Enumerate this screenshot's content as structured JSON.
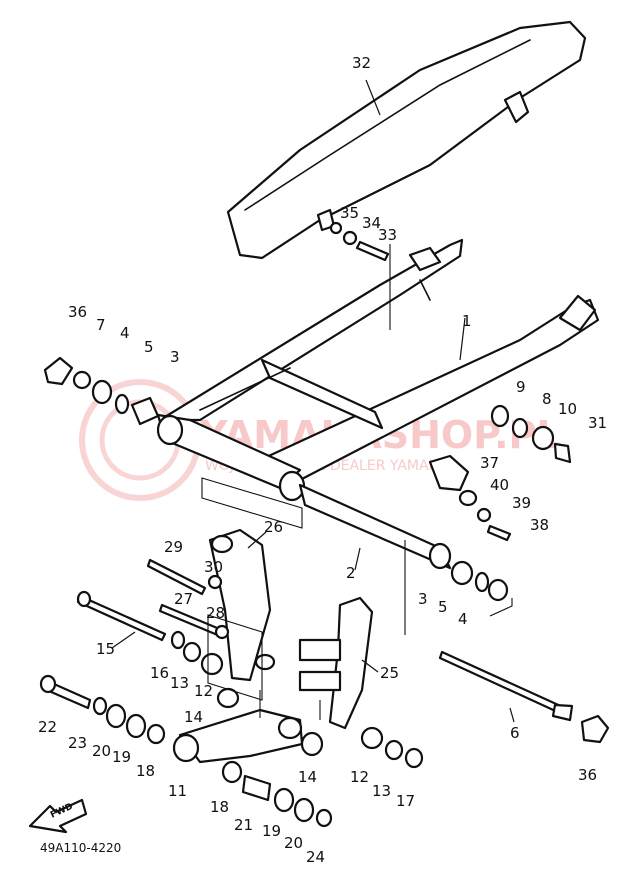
{
  "diagram_code": "49A110-4220",
  "fwd_label": "FWD",
  "watermark": {
    "brand": "YAMAHASHOP.PL",
    "tagline": "WOJCIECHOWICZ DEALER YAMAHA"
  },
  "callouts": [
    "32",
    "35",
    "34",
    "33",
    "36",
    "7",
    "4",
    "5",
    "3",
    "1",
    "9",
    "8",
    "10",
    "31",
    "37",
    "40",
    "39",
    "38",
    "26",
    "2",
    "29",
    "30",
    "27",
    "28",
    "15",
    "16",
    "13",
    "12",
    "14",
    "3",
    "5",
    "4",
    "25",
    "6",
    "22",
    "23",
    "20",
    "19",
    "18",
    "11",
    "14",
    "12",
    "13",
    "17",
    "36",
    "18",
    "21",
    "19",
    "20",
    "24"
  ]
}
